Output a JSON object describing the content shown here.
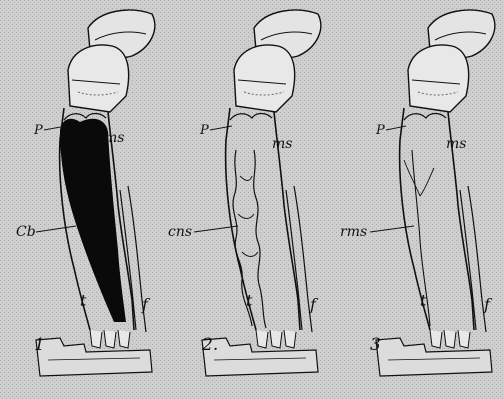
{
  "figure": {
    "panels": [
      {
        "number": "1",
        "labels": {
          "p": "P",
          "ms": "ms",
          "region": "Cb",
          "t": "t",
          "f": "f"
        }
      },
      {
        "number": "2.",
        "labels": {
          "p": "P",
          "ms": "ms",
          "region": "cns",
          "t": "t",
          "f": "f"
        }
      },
      {
        "number": "3",
        "labels": {
          "p": "P",
          "ms": "ms",
          "region": "rms",
          "t": "t",
          "f": "f"
        }
      }
    ]
  },
  "colors": {
    "background": "#cfcfcf",
    "ink": "#111111",
    "fill_dark": "#0a0a0a"
  }
}
